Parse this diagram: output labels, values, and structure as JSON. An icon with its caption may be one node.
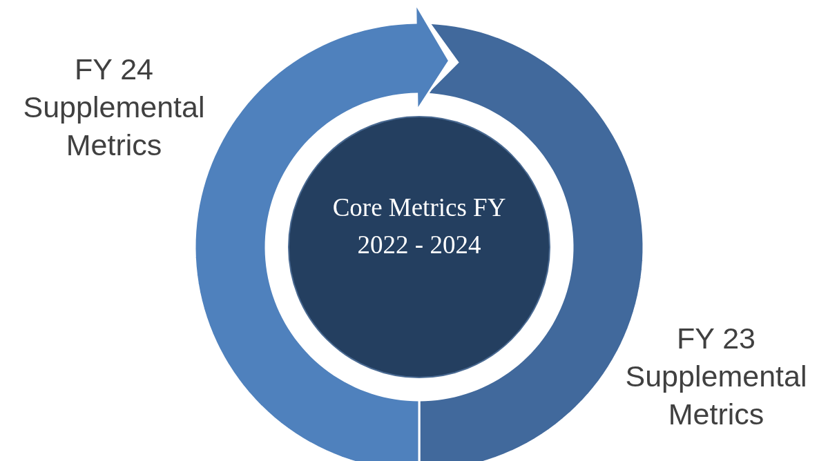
{
  "diagram": {
    "nodes": [
      {
        "text": [
          "Core Metrics FY 2022 - 2024"
        ]
      },
      {
        "text": [
          "FY 24 Supplemental Metrics"
        ]
      },
      {
        "text": [
          "FY 23 Supplemental Metrics"
        ]
      }
    ]
  }
}
